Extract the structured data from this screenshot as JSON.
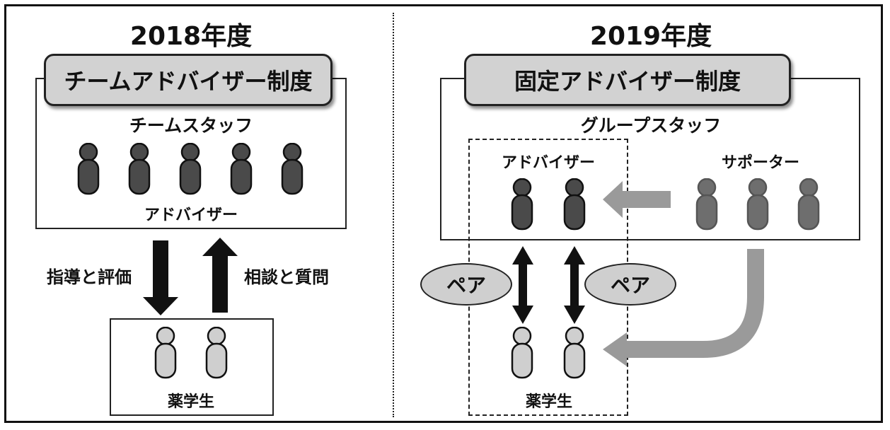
{
  "left": {
    "year": "2018年度",
    "system_title": "チームアドバイザー制度",
    "staff_label": "チームスタッフ",
    "adviser_label": "アドバイザー",
    "guidance_label": "指導と評価",
    "consult_label": "相談と質問",
    "student_label": "薬学生"
  },
  "right": {
    "year": "2019年度",
    "system_title": "固定アドバイザー制度",
    "staff_label": "グループスタッフ",
    "adviser_label": "アドバイザー",
    "supporter_label": "サポーター",
    "pair_left": "ペア",
    "pair_right": "ペア",
    "student_label": "薬学生"
  },
  "colors": {
    "adviser_figure": "#4a4a4a",
    "supporter_figure": "#6e6e6e",
    "student_figure": "#cfcfcf",
    "gray_arrow": "#9a9a9a",
    "pill_fill": "#d2d2d2"
  }
}
